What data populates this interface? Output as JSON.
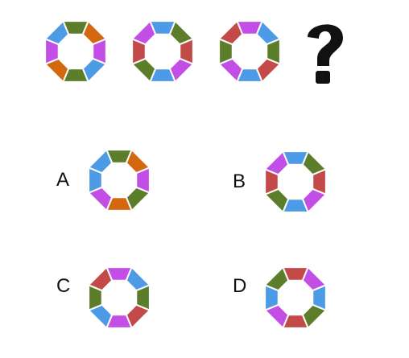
{
  "colors": {
    "orange": "#d4680f",
    "green": "#5c7d2a",
    "blue": "#4d9be6",
    "purple": "#c34ee6",
    "red": "#c44949",
    "question": "#111111"
  },
  "sequence": [
    {
      "segments": [
        "green",
        "orange",
        "purple",
        "blue",
        "green",
        "orange",
        "purple",
        "blue"
      ]
    },
    {
      "segments": [
        "blue",
        "green",
        "red",
        "purple",
        "blue",
        "green",
        "red",
        "purple"
      ]
    },
    {
      "segments": [
        "purple",
        "blue",
        "green",
        "red",
        "blue",
        "purple",
        "green",
        "red"
      ]
    }
  ],
  "question_mark": {
    "icon": "question-mark-icon"
  },
  "options": [
    {
      "label": "A",
      "segments": [
        "green",
        "orange",
        "purple",
        "green",
        "orange",
        "purple",
        "blue",
        "blue"
      ]
    },
    {
      "label": "B",
      "segments": [
        "blue",
        "green",
        "red",
        "purple",
        "blue",
        "green",
        "red",
        "purple"
      ]
    },
    {
      "label": "C",
      "segments": [
        "purple",
        "blue",
        "green",
        "red",
        "purple",
        "blue",
        "green",
        "red"
      ]
    },
    {
      "label": "D",
      "segments": [
        "red",
        "purple",
        "blue",
        "green",
        "red",
        "purple",
        "blue",
        "green"
      ]
    }
  ]
}
